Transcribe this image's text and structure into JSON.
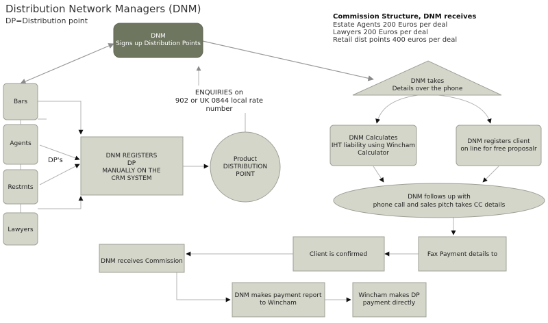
{
  "header": {
    "title": "Distribution Network Managers (DNM)",
    "subtitle": "DP=Distribution point"
  },
  "commission": {
    "heading": "Commission Structure, DNM receives",
    "lines": [
      "Estate Agents 200 Euros per deal",
      "Lawyers 200 Euros per deal",
      "Retail dist points 400 euros per deal"
    ]
  },
  "nodes": {
    "signup": [
      "DNM",
      "Signs up Distribution Points"
    ],
    "takes": [
      "DNM takes",
      "Details over the phone"
    ],
    "bars": [
      "Bars"
    ],
    "agents": [
      "Agents"
    ],
    "restrnts": [
      "Restrnts"
    ],
    "lawyers": [
      "Lawyers"
    ],
    "registers": [
      "DNM REGISTERS",
      "DP",
      "MANUALLY ON THE",
      "CRM SYSTEM"
    ],
    "product": [
      "Product",
      "DISTRIBUTION",
      "POINT"
    ],
    "calculates": [
      "DNM Calculates",
      "IHT liability using Wincham",
      "Calculator"
    ],
    "registers_client": [
      "DNM registers client",
      "on line for free proposalr"
    ],
    "follows": [
      "DNM follows up with",
      "phone call and sales pitch takes CC details"
    ],
    "fax": [
      "Fax Payment details to"
    ],
    "confirmed": [
      "Client is confirmed"
    ],
    "commission_node": [
      "DNM receives Commission"
    ],
    "payment_report": [
      "DNM makes payment report",
      "to Wincham"
    ],
    "wincham_pays": [
      "Wincham makes DP",
      "payment directly"
    ]
  },
  "edge_labels": {
    "dps": "DP's",
    "enquiries": [
      "ENQUIRIES on",
      "902 or UK 0844 local rate",
      "number"
    ]
  },
  "colors": {
    "node_fill": "#d4d6ca",
    "node_dark": "#6f7660",
    "connector": "#b3b3b3"
  }
}
